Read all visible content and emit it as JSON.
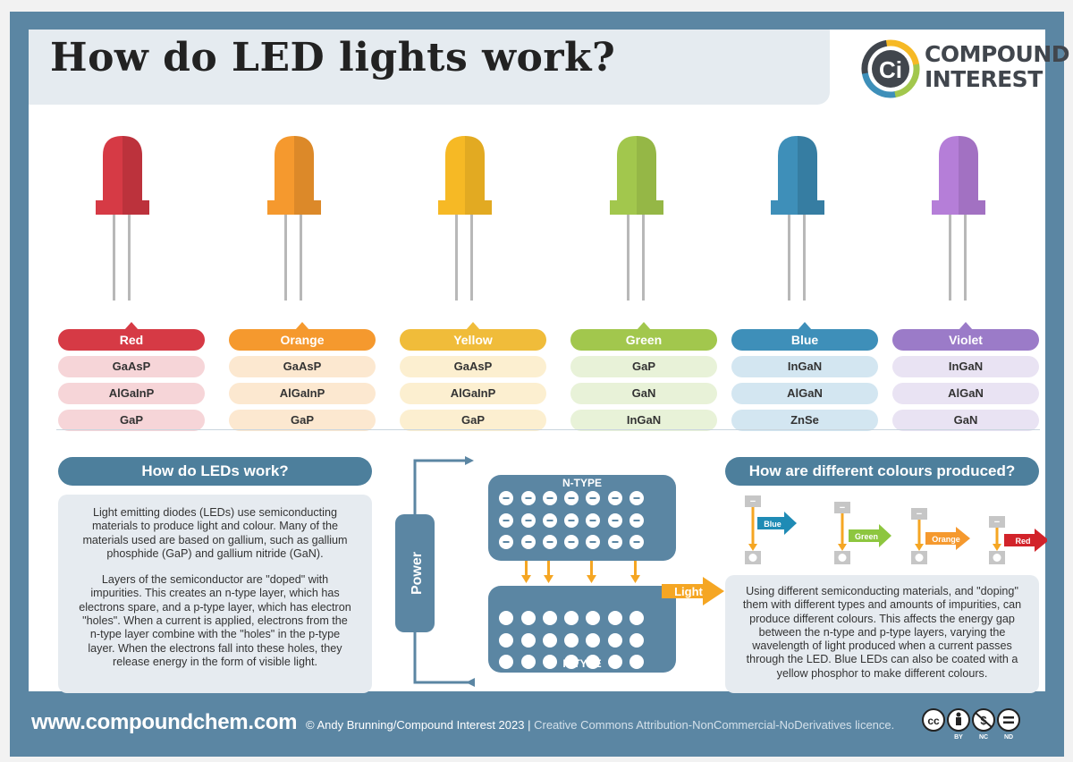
{
  "title": "How do LED lights work?",
  "logo": {
    "line1": "COMPOUND",
    "line2": "INTEREST",
    "mark": "Ci"
  },
  "colors": {
    "frame": "#5b86a3",
    "header_pill": "#4d7f9c",
    "red": "#d63a45",
    "orange": "#f5992e",
    "yellow": "#f6b925",
    "green": "#a2c74d",
    "blue": "#3e8fb9",
    "violet": "#9b7bc8"
  },
  "leds": [
    {
      "label": "Red",
      "materials": [
        "GaAsP",
        "AlGaInP",
        "GaP"
      ]
    },
    {
      "label": "Orange",
      "materials": [
        "GaAsP",
        "AlGaInP",
        "GaP"
      ]
    },
    {
      "label": "Yellow",
      "materials": [
        "GaAsP",
        "AlGaInP",
        "GaP"
      ]
    },
    {
      "label": "Green",
      "materials": [
        "GaP",
        "GaN",
        "InGaN"
      ]
    },
    {
      "label": "Blue",
      "materials": [
        "InGaN",
        "AlGaN",
        "ZnSe"
      ]
    },
    {
      "label": "Violet",
      "materials": [
        "InGaN",
        "AlGaN",
        "GaN"
      ]
    }
  ],
  "how": {
    "heading": "How do LEDs work?",
    "para1": "Light emitting diodes (LEDs) use semiconducting materials to produce light and colour. Many of the materials used are based on gallium, such as gallium phosphide (GaP) and gallium nitride (GaN).",
    "para2": "Layers of the semiconductor are \"doped\" with impurities. This creates an n-type layer, which has electrons spare, and a p-type layer, which has electron \"holes\". When a current is applied, electrons from the n-type layer combine with the \"holes\" in the p-type layer. When the electrons fall into these holes, they release energy in the form of visible light."
  },
  "diagram": {
    "power": "Power",
    "ntype": "N-TYPE",
    "ptype": "P-TYPE",
    "light": "Light",
    "electron_symbol": "−"
  },
  "colours": {
    "heading": "How are different colours produced?",
    "examples": [
      "Blue",
      "Green",
      "Orange",
      "Red"
    ],
    "text": "Using different semiconducting materials, and \"doping\" them with different types and amounts of impurities, can produce different colours. This affects the energy gap between the n-type and p-type layers, varying the wavelength of light produced when a current passes through the LED. Blue LEDs can also be coated with a yellow phosphor to make different colours."
  },
  "footer": {
    "url": "www.compoundchem.com",
    "copyright": "© Andy Brunning/Compound Interest 2023",
    "separator": "|",
    "license": "Creative Commons Attribution-NonCommercial-NoDerivatives licence.",
    "cc_badges": [
      "BY",
      "NC",
      "ND"
    ],
    "cc_mark": "cc"
  }
}
